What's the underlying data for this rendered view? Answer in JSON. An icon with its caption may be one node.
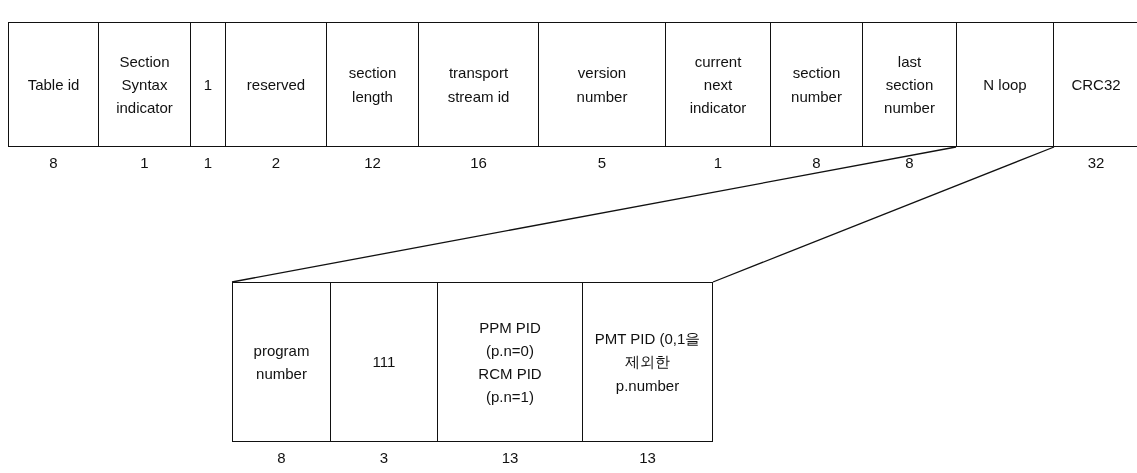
{
  "diagram": {
    "nodes": [
      {
        "text": [
          "Table id"
        ],
        "beside": [
          "8"
        ]
      },
      {
        "text": [
          "Section Syntax indicator"
        ],
        "beside": [
          "1"
        ]
      },
      {
        "text": [
          "1"
        ],
        "beside": [
          "1"
        ]
      },
      {
        "text": [
          "reserved"
        ],
        "beside": [
          "2"
        ]
      },
      {
        "text": [
          "section length"
        ],
        "beside": [
          "12"
        ]
      },
      {
        "text": [
          "transport stream id"
        ],
        "beside": [
          "16"
        ]
      },
      {
        "text": [
          "version number"
        ],
        "beside": [
          "5"
        ]
      },
      {
        "text": [
          "current next indicator"
        ],
        "beside": [
          "1"
        ]
      },
      {
        "text": [
          "section number"
        ],
        "beside": [
          "8"
        ]
      },
      {
        "text": [
          "last section number"
        ],
        "beside": [
          "8"
        ]
      },
      {
        "text": [
          "N loop"
        ]
      },
      {
        "text": [
          "CRC32"
        ],
        "beside": [
          "32"
        ]
      },
      {
        "text": [],
        "shape": "box"
      },
      {
        "text": [
          "program number"
        ],
        "in": 12,
        "beside": [
          "8"
        ]
      },
      {
        "text": [
          "111"
        ],
        "in": 12,
        "beside": [
          "3"
        ]
      },
      {
        "text": [
          "PPM PID (p.n=0) RCM PID (p.n=1)"
        ],
        "in": 12,
        "beside": [
          "13"
        ]
      },
      {
        "text": [
          "PMT PID (0,1을 제외한 p.number"
        ],
        "in": 12,
        "beside": [
          "13"
        ]
      }
    ],
    "edges": [
      {
        "from": 10,
        "to": 12,
        "arrow": "none"
      },
      {
        "from": 10,
        "to": 12,
        "arrow": "none"
      }
    ]
  }
}
